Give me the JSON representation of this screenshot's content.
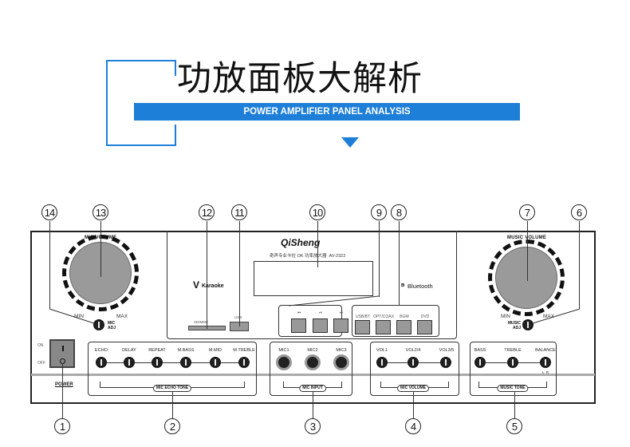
{
  "header": {
    "title_cn": "功放面板大解析",
    "subtitle_en": "POWER AMPLIFIER PANEL ANALYSIS",
    "accent_color": "#1e7fd8"
  },
  "panel": {
    "brand": "QiSheng",
    "model_line": "奇声专业卡拉 OK 功率放大器  AV-2322",
    "karaoke_logo": "Karaoke",
    "bluetooth_logo": "Bluetooth",
    "mic_volume": {
      "label": "MIC VOLUME",
      "min": "MIN",
      "max": "MAX",
      "adj_label": "MIC ADJ"
    },
    "music_volume": {
      "label": "MUSIC VOLUME",
      "min": "MIN",
      "max": "MAX",
      "adj_label": "MUSIC ADJ"
    },
    "sd_label": "SD/MMC",
    "usb_label": "USB",
    "transport_buttons": [
      "⏮",
      "⏯",
      "⏭"
    ],
    "source_buttons": [
      "USB/BT",
      "OPT/COAX",
      "BGM",
      "DVD"
    ],
    "power": {
      "on": "ON",
      "off": "OFF",
      "label": "POWER"
    },
    "mic_echo_tone": {
      "title": "MIC ECHO TONE",
      "knobs": [
        "ECHO",
        "DELAY",
        "REPEAT",
        "M.BASS",
        "M.MID",
        "M.TREBLE"
      ]
    },
    "mic_input": {
      "title": "MIC INPUT",
      "jacks": [
        "MIC1",
        "MIC2",
        "MIC3"
      ]
    },
    "mic_vol_group": {
      "title": "MIC VOLUME",
      "knobs": [
        "VOL1",
        "VOL2/4",
        "VOL3/5"
      ]
    },
    "music_tone": {
      "title": "MUSIC TONE",
      "knobs": [
        "BASS",
        "TREBLE",
        "BALANCE"
      ],
      "balance_lr": "L  R"
    }
  },
  "callouts": {
    "c1": "1",
    "c2": "2",
    "c3": "3",
    "c4": "4",
    "c5": "5",
    "c6": "6",
    "c7": "7",
    "c8": "8",
    "c9": "9",
    "c10": "10",
    "c11": "11",
    "c12": "12",
    "c13": "13",
    "c14": "14"
  }
}
